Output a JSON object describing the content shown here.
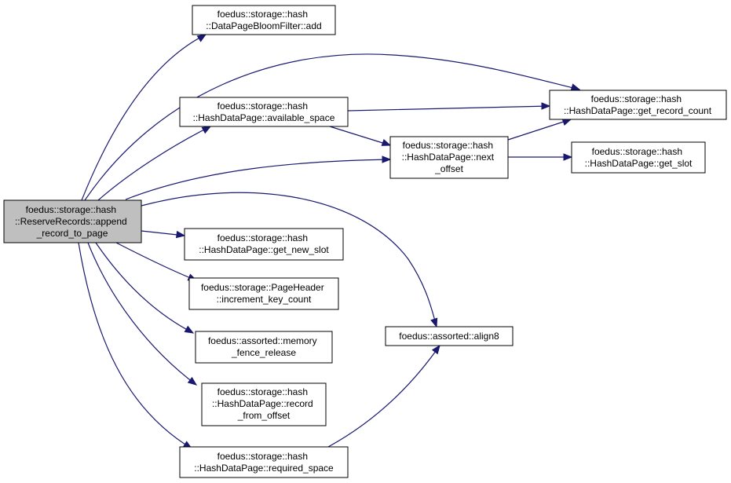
{
  "colors": {
    "edge": "#191970",
    "root_fill": "#bfbfbf",
    "node_fill": "#ffffff",
    "border": "#000000"
  },
  "nodes": [
    {
      "id": "root",
      "lines": [
        "foedus::storage::hash",
        "::ReserveRecords::append",
        "_record_to_page"
      ]
    },
    {
      "id": "bloom_add",
      "lines": [
        "foedus::storage::hash",
        "::DataPageBloomFilter::add"
      ]
    },
    {
      "id": "available_space",
      "lines": [
        "foedus::storage::hash",
        "::HashDataPage::available_space"
      ]
    },
    {
      "id": "get_record_count",
      "lines": [
        "foedus::storage::hash",
        "::HashDataPage::get_record_count"
      ]
    },
    {
      "id": "next_offset",
      "lines": [
        "foedus::storage::hash",
        "::HashDataPage::next",
        "_offset"
      ]
    },
    {
      "id": "get_slot",
      "lines": [
        "foedus::storage::hash",
        "::HashDataPage::get_slot"
      ]
    },
    {
      "id": "get_new_slot",
      "lines": [
        "foedus::storage::hash",
        "::HashDataPage::get_new_slot"
      ]
    },
    {
      "id": "increment_key_count",
      "lines": [
        "foedus::storage::PageHeader",
        "::increment_key_count"
      ]
    },
    {
      "id": "memory_fence_release",
      "lines": [
        "foedus::assorted::memory",
        "_fence_release"
      ]
    },
    {
      "id": "align8",
      "lines": [
        "foedus::assorted::align8"
      ]
    },
    {
      "id": "record_from_offset",
      "lines": [
        "foedus::storage::hash",
        "::HashDataPage::record",
        "_from_offset"
      ]
    },
    {
      "id": "required_space",
      "lines": [
        "foedus::storage::hash",
        "::HashDataPage::required_space"
      ]
    }
  ],
  "edges": [
    {
      "from": "root",
      "to": "bloom_add"
    },
    {
      "from": "root",
      "to": "get_record_count"
    },
    {
      "from": "root",
      "to": "available_space"
    },
    {
      "from": "root",
      "to": "next_offset"
    },
    {
      "from": "root",
      "to": "align8"
    },
    {
      "from": "root",
      "to": "get_new_slot"
    },
    {
      "from": "root",
      "to": "increment_key_count"
    },
    {
      "from": "root",
      "to": "memory_fence_release"
    },
    {
      "from": "root",
      "to": "record_from_offset"
    },
    {
      "from": "root",
      "to": "required_space"
    },
    {
      "from": "available_space",
      "to": "get_record_count"
    },
    {
      "from": "available_space",
      "to": "next_offset"
    },
    {
      "from": "next_offset",
      "to": "get_record_count"
    },
    {
      "from": "next_offset",
      "to": "get_slot"
    },
    {
      "from": "required_space",
      "to": "align8"
    }
  ]
}
